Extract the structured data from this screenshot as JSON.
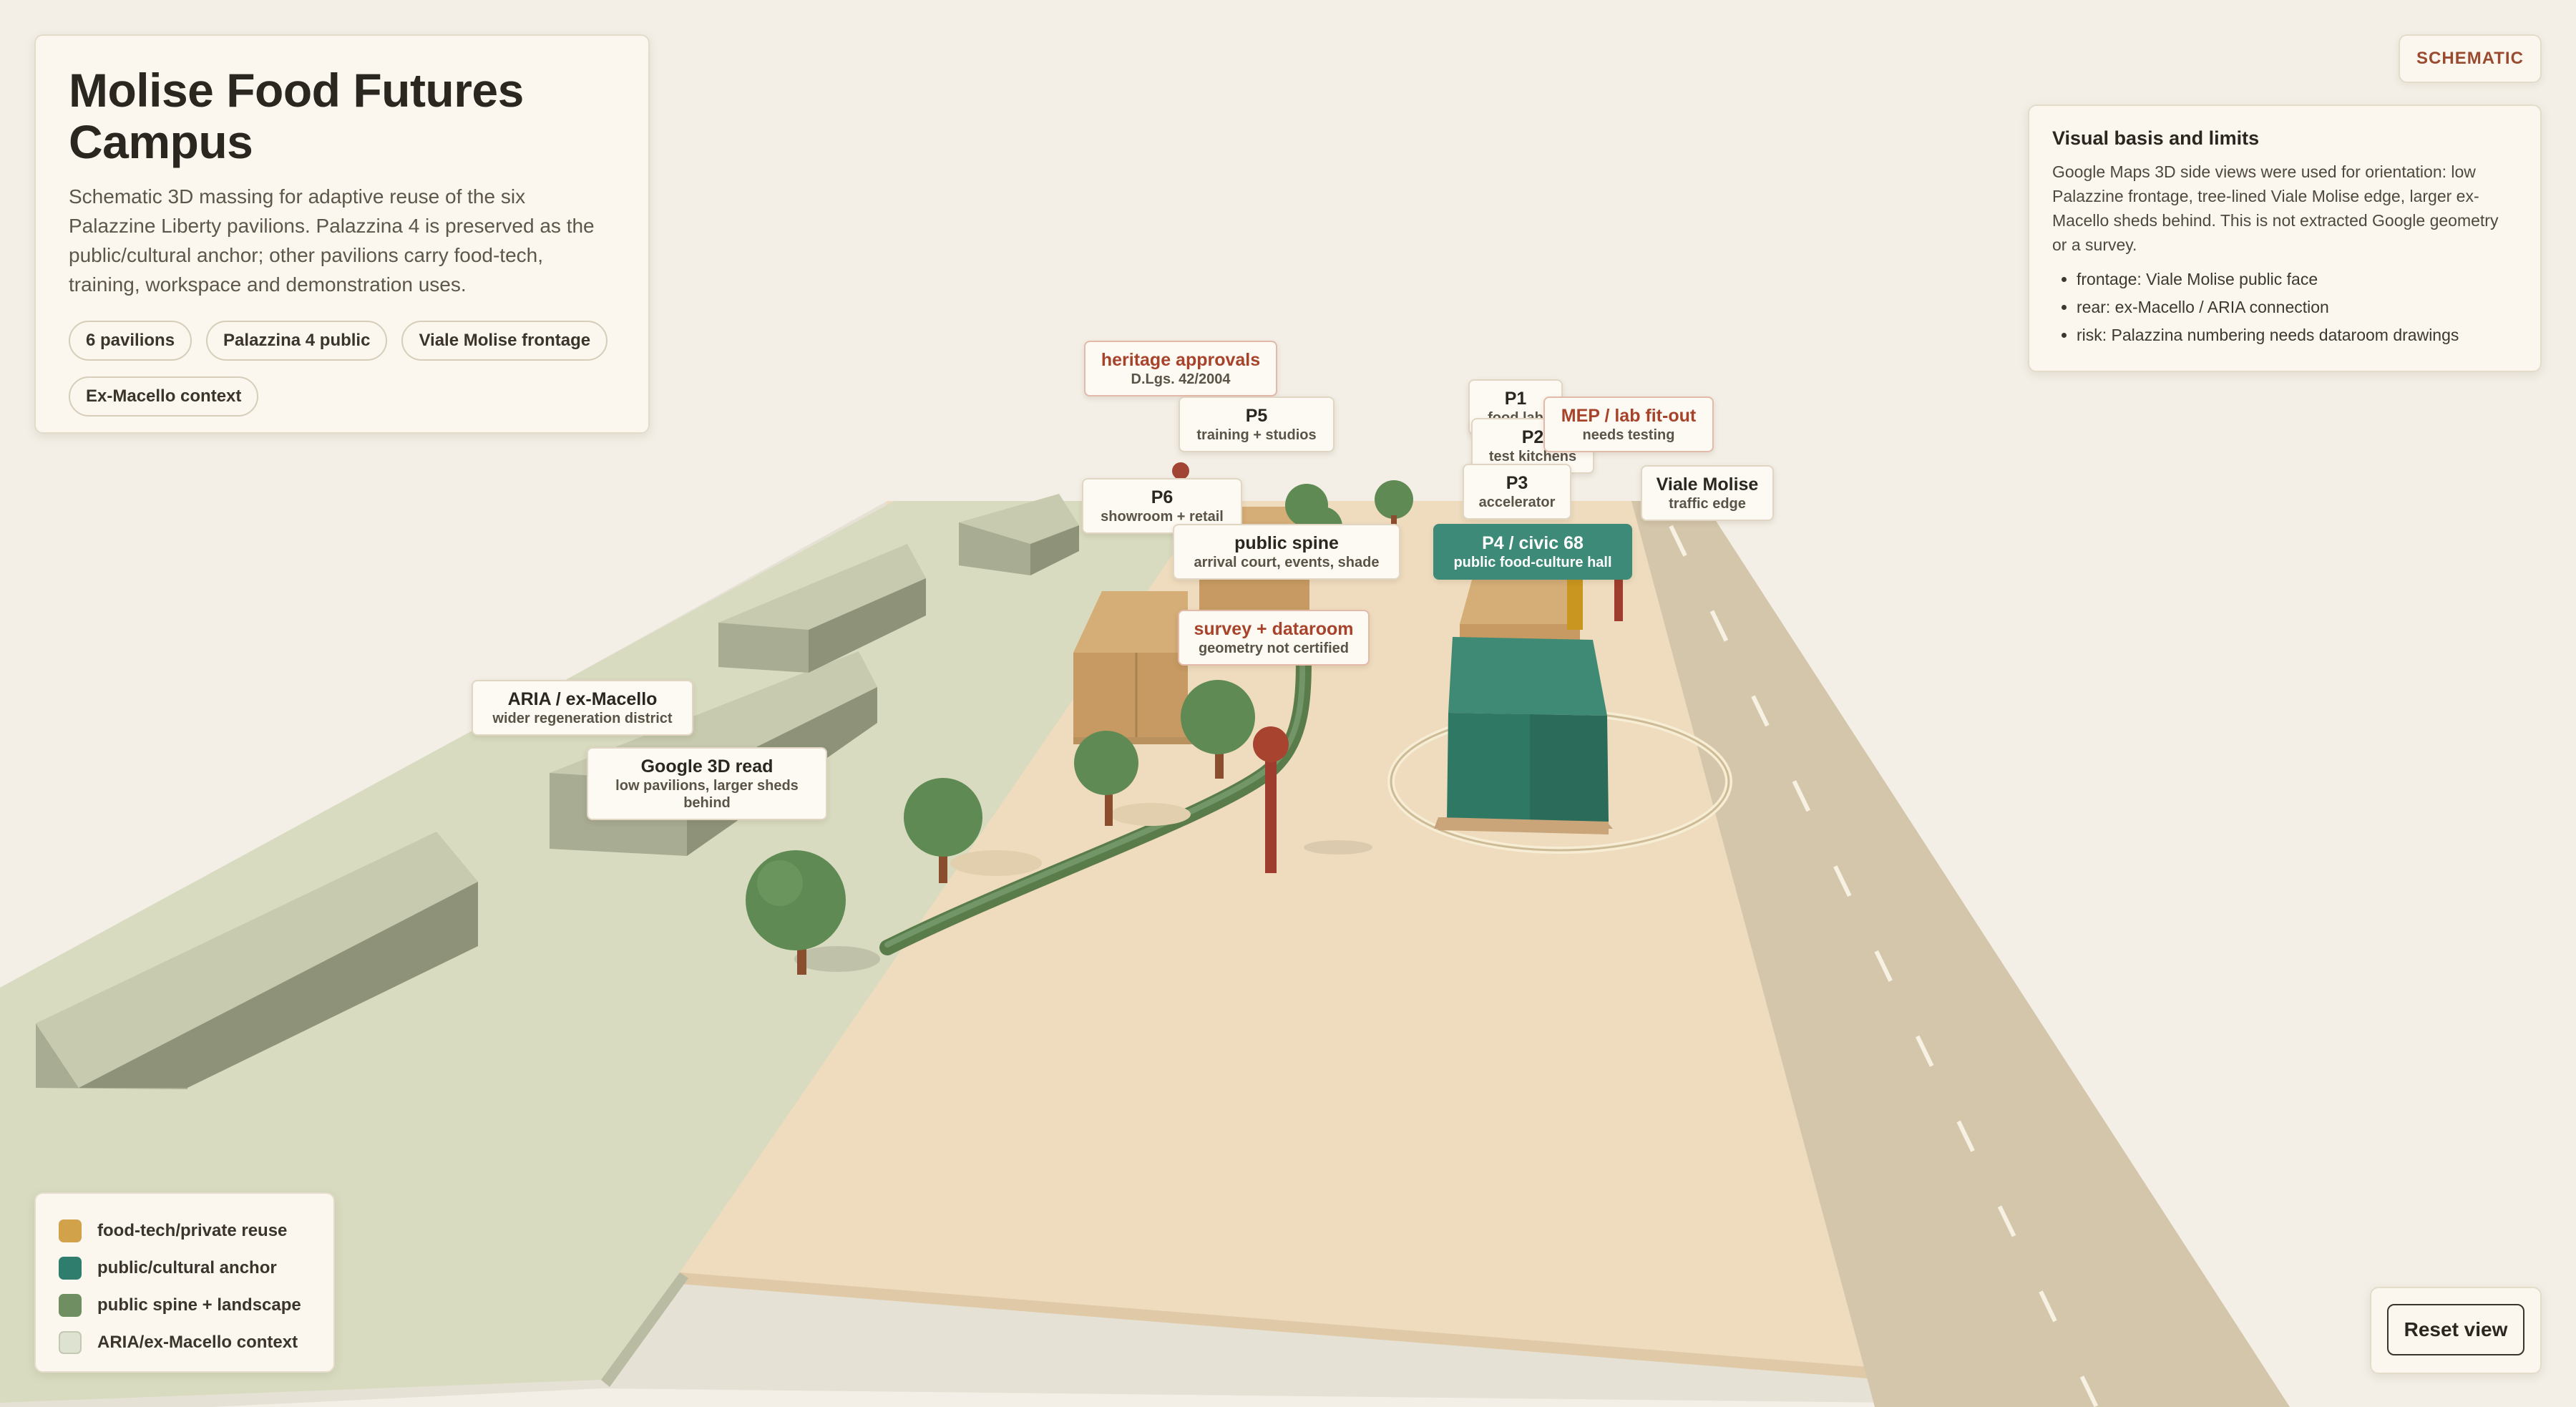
{
  "intro": {
    "title": "Molise Food Futures Campus",
    "description": "Schematic 3D massing for adaptive reuse of the six Palazzine Liberty pavilions. Palazzina 4 is preserved as the public/cultural anchor; other pavilions carry food-tech, training, workspace and demonstration uses.",
    "chips": [
      "6 pavilions",
      "Palazzina 4 public",
      "Viale Molise frontage",
      "Ex-Macello context"
    ]
  },
  "badge": "SCHEMATIC",
  "info": {
    "title": "Visual basis and limits",
    "body": "Google Maps 3D side views were used for orientation: low Palazzine frontage, tree-lined Viale Molise edge, larger ex-Macello sheds behind. This is not extracted Google geometry or a survey.",
    "bullets": [
      "frontage: Viale Molise public face",
      "rear: ex-Macello / ARIA connection",
      "risk: Palazzina numbering needs dataroom drawings"
    ]
  },
  "legend": {
    "items": [
      {
        "label": "food-tech/private reuse",
        "color": "#d1a24a"
      },
      {
        "label": "public/cultural anchor",
        "color": "#2f7d6d"
      },
      {
        "label": "public spine + landscape",
        "color": "#6f8f62"
      },
      {
        "label": "ARIA/ex-Macello context",
        "color": "#dde3d0"
      }
    ]
  },
  "reset": {
    "label": "Reset view"
  },
  "tags": {
    "heritage": {
      "title": "heritage approvals",
      "sub": "D.Lgs. 42/2004"
    },
    "p5": {
      "title": "P5",
      "sub": "training + studios"
    },
    "p6": {
      "title": "P6",
      "sub": "showroom + retail"
    },
    "spine": {
      "title": "public spine",
      "sub": "arrival court, events, shade"
    },
    "survey": {
      "title": "survey + dataroom",
      "sub": "geometry not certified"
    },
    "p1": {
      "title": "P1",
      "sub": "food lab"
    },
    "p2": {
      "title": "P2",
      "sub": "test kitchens"
    },
    "mep": {
      "title": "MEP / lab fit-out",
      "sub": "needs testing"
    },
    "p3": {
      "title": "P3",
      "sub": "accelerator"
    },
    "viale": {
      "title": "Viale Molise",
      "sub": "traffic edge"
    },
    "p4": {
      "title": "P4 / civic 68",
      "sub": "public food-culture hall"
    },
    "aria": {
      "title": "ARIA / ex-Macello",
      "sub": "wider regeneration district"
    },
    "google": {
      "title": "Google 3D read",
      "sub": "low pavilions, larger sheds behind"
    }
  }
}
